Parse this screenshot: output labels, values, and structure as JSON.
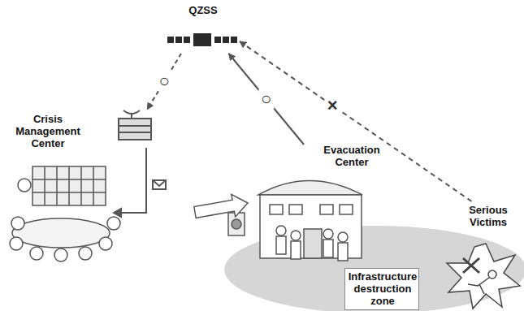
{
  "diagram": {
    "nodes": [
      {
        "text": [
          "QZSS"
        ]
      },
      {
        "text": [
          "Crisis Management Center"
        ]
      },
      {
        "text": [
          "Evacuation Center"
        ]
      },
      {
        "text": [
          "Serious Victims"
        ]
      },
      {
        "text": [
          "Infrastructure destruction zone"
        ]
      }
    ],
    "edges": [
      {
        "from": 0,
        "to": 1,
        "arrow": "to",
        "label": "○"
      },
      {
        "from": 2,
        "to": 0,
        "arrow": "to",
        "label": "○"
      },
      {
        "from": 3,
        "to": 0,
        "arrow": "to",
        "label": "×"
      },
      {
        "from": 1,
        "to": 2,
        "arrow": "to"
      }
    ]
  }
}
